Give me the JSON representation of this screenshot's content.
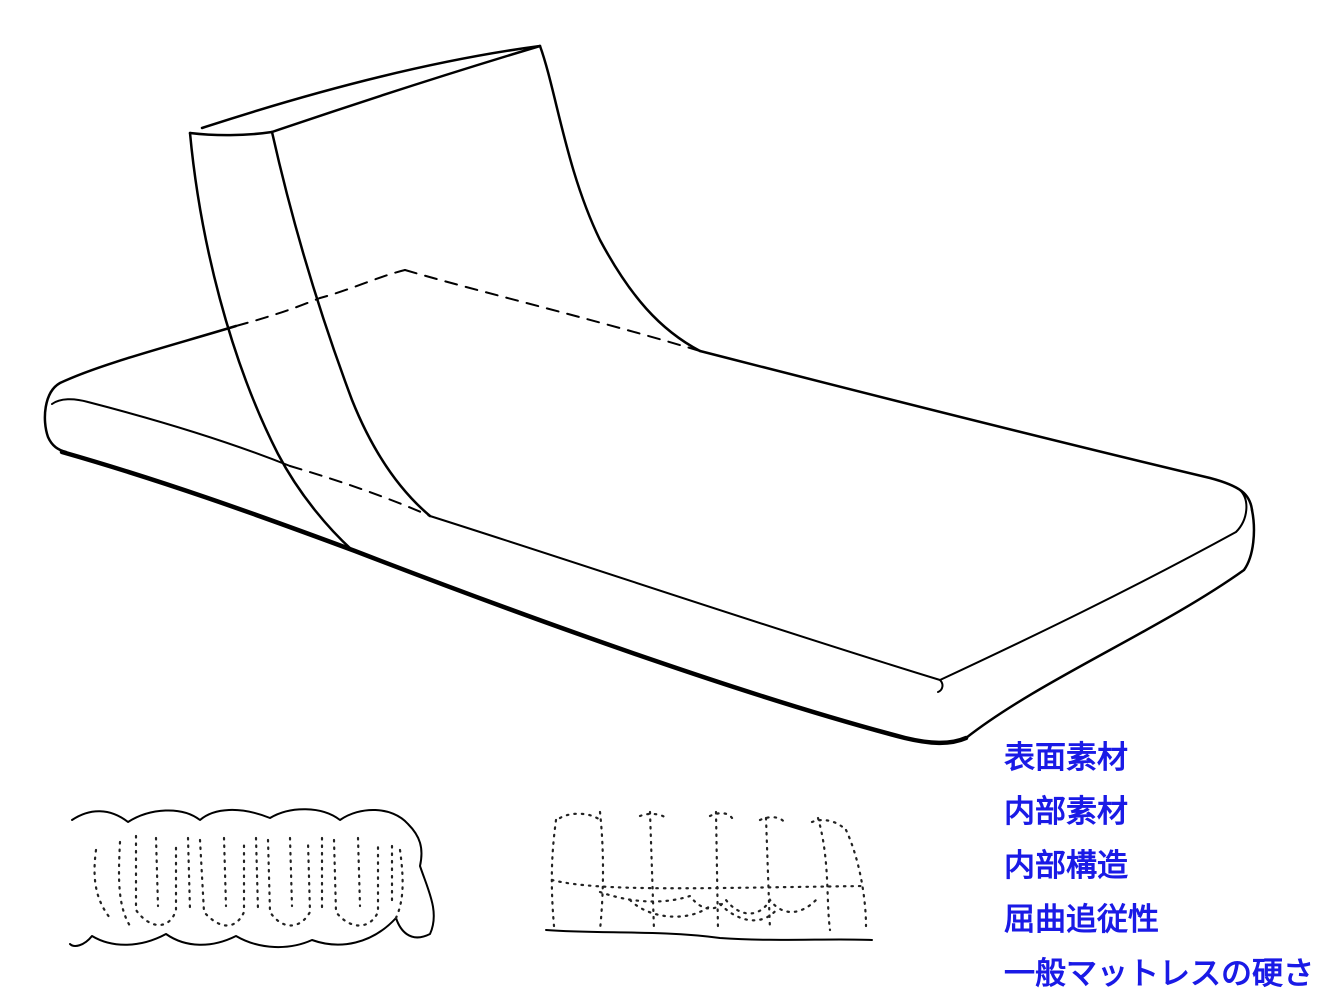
{
  "labels": [
    "表面素材",
    "内部素材",
    "内部構造",
    "屈曲追従性",
    "一般マットレスの硬さ"
  ],
  "colors": {
    "label_text": "#1a1ae6",
    "line": "#000000",
    "background": "#ffffff"
  }
}
